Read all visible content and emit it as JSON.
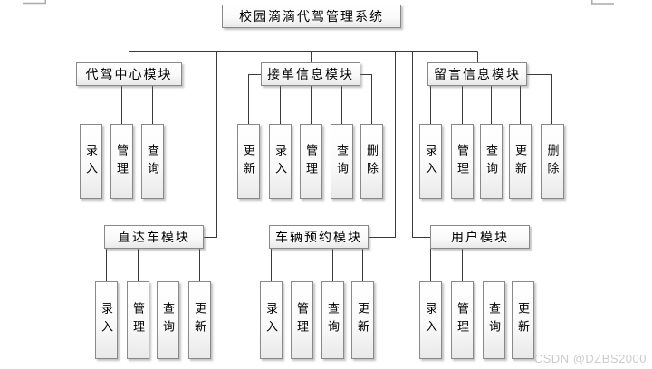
{
  "diagram": {
    "root": {
      "label": "校园滴滴代驾管理系统"
    },
    "modules": [
      {
        "label": "代驾中心模块",
        "leaves": [
          "录入",
          "管理",
          "查询"
        ]
      },
      {
        "label": "接单信息模块",
        "leaves": [
          "更新",
          "录入",
          "管理",
          "查询",
          "删除"
        ]
      },
      {
        "label": "留言信息模块",
        "leaves": [
          "录入",
          "管理",
          "查询",
          "更新",
          "删除"
        ]
      },
      {
        "label": "直达车模块",
        "leaves": [
          "录入",
          "管理",
          "查询",
          "更新"
        ]
      },
      {
        "label": "车辆预约模块",
        "leaves": [
          "录入",
          "管理",
          "查询",
          "更新"
        ]
      },
      {
        "label": "用户模块",
        "leaves": [
          "录入",
          "管理",
          "查询",
          "更新"
        ]
      }
    ]
  },
  "watermark": "CSDN @DZBS2000",
  "colors": {
    "background": "#ffffff",
    "box_border": "#898989",
    "box_fill_top": "#ffffff",
    "box_fill_bottom": "#e9e9e9",
    "connector_line": "#3a3a3a",
    "text": "#000000",
    "watermark": "#cccccc"
  }
}
